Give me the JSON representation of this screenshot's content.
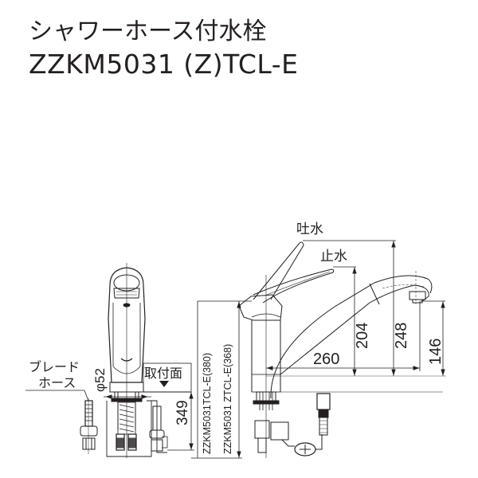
{
  "title": {
    "product_name": "シャワーホース付水栓",
    "model": "ZZKM5031 (Z)TCL-E"
  },
  "labels": {
    "braided_hose_line1": "ブレード",
    "braided_hose_line2": "ホース",
    "diameter": "φ52",
    "mounting_surface": "取付面",
    "spout_open": "吐水",
    "spout_closed": "止水",
    "hose_length_model1": "ZZKM5031TCL-E(380)",
    "hose_length_model2": "ZZKM5031 ZTCL-E(368)"
  },
  "dimensions": {
    "below_counter": "349",
    "handle_closed_height": "204",
    "handle_open_height": "248",
    "spout_reach": "260",
    "spout_outlet_height": "146"
  },
  "colors": {
    "line": "#231f20",
    "background": "#ffffff"
  }
}
